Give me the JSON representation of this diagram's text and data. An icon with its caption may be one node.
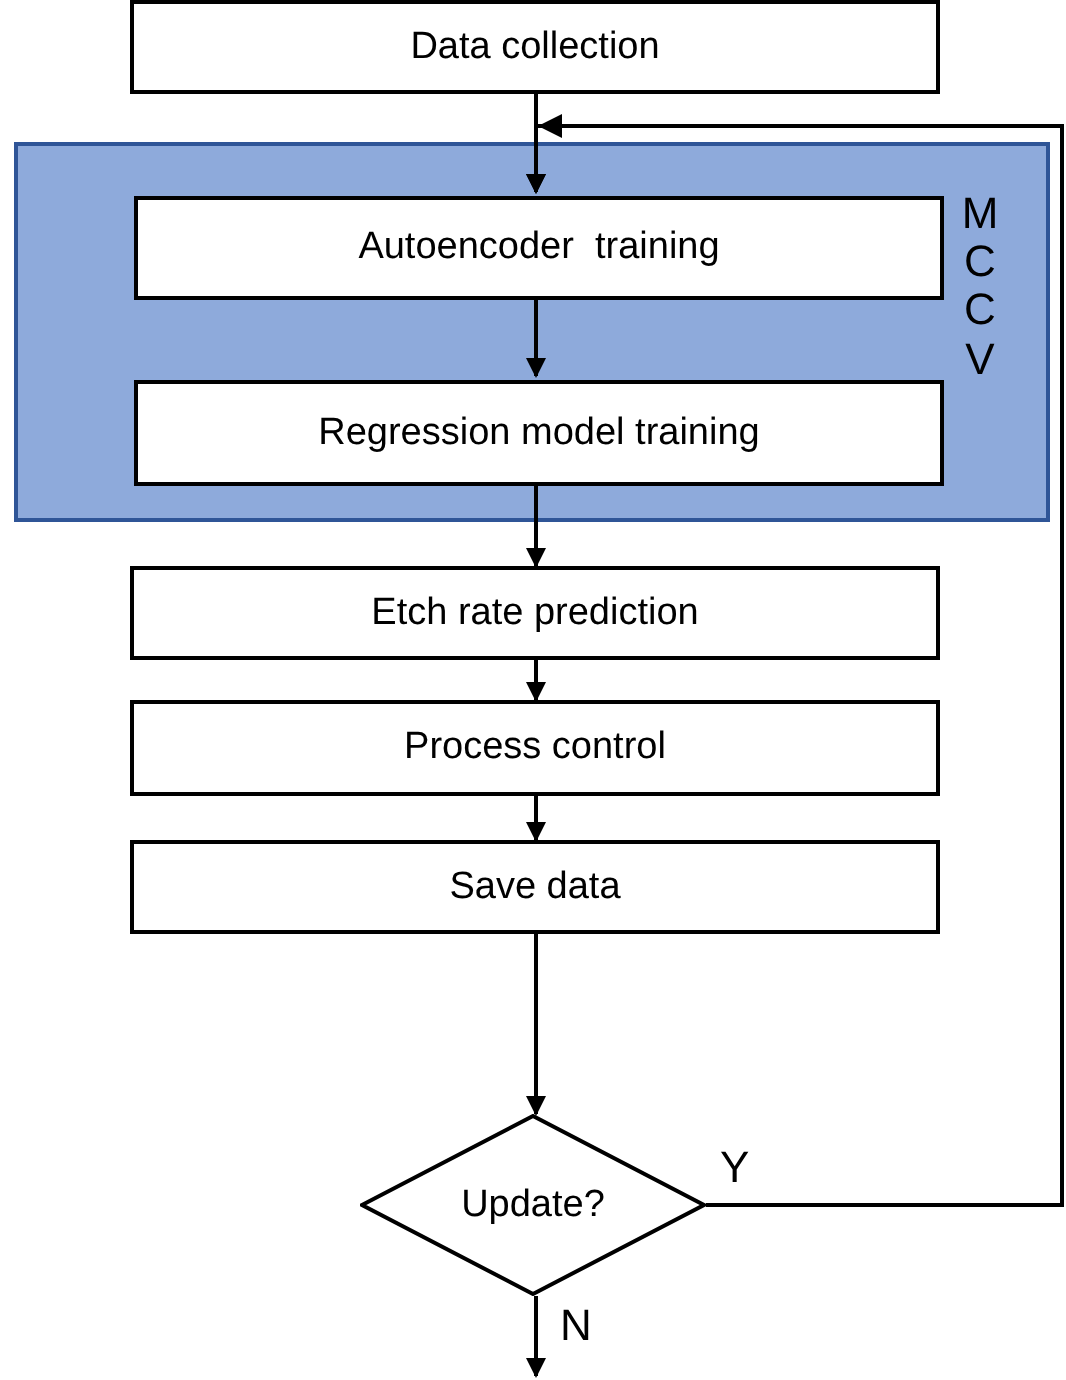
{
  "diagram": {
    "nodes": [
      {
        "text": [
          "Data collection"
        ]
      },
      {
        "text": [
          "MCCV"
        ]
      },
      {
        "text": [
          "Autoencoder  training"
        ],
        "in": 1
      },
      {
        "text": [
          "Regression model training"
        ],
        "in": 1
      },
      {
        "text": [
          "Etch rate prediction"
        ]
      },
      {
        "text": [
          "Process control"
        ]
      },
      {
        "text": [
          "Save data"
        ]
      },
      {
        "text": [
          "Update?"
        ]
      }
    ],
    "edges": [
      {
        "from": 0,
        "to": 2,
        "arrow": "to"
      },
      {
        "from": 2,
        "to": 3,
        "arrow": "to"
      },
      {
        "from": 3,
        "to": 4,
        "arrow": "to"
      },
      {
        "from": 4,
        "to": 5,
        "arrow": "to"
      },
      {
        "from": 5,
        "to": 6,
        "arrow": "to"
      },
      {
        "from": 6,
        "to": 7,
        "arrow": "to"
      },
      {
        "from": 7,
        "to": null,
        "label": "N",
        "arrow": "to"
      },
      {
        "from": 7,
        "to": 2,
        "label": "Y",
        "arrow": "to"
      }
    ]
  }
}
